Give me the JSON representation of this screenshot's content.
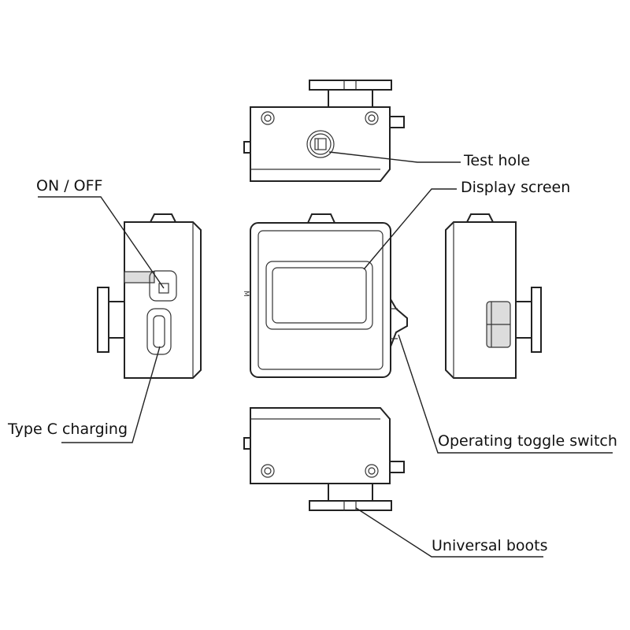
{
  "labels": {
    "test_hole": "Test hole",
    "display_screen": "Display screen",
    "on_off": "ON / OFF",
    "type_c_charging": "Type C charging",
    "operating_toggle_switch": "Operating toggle switch",
    "universal_boots": "Universal boots"
  },
  "mark_m": "M"
}
